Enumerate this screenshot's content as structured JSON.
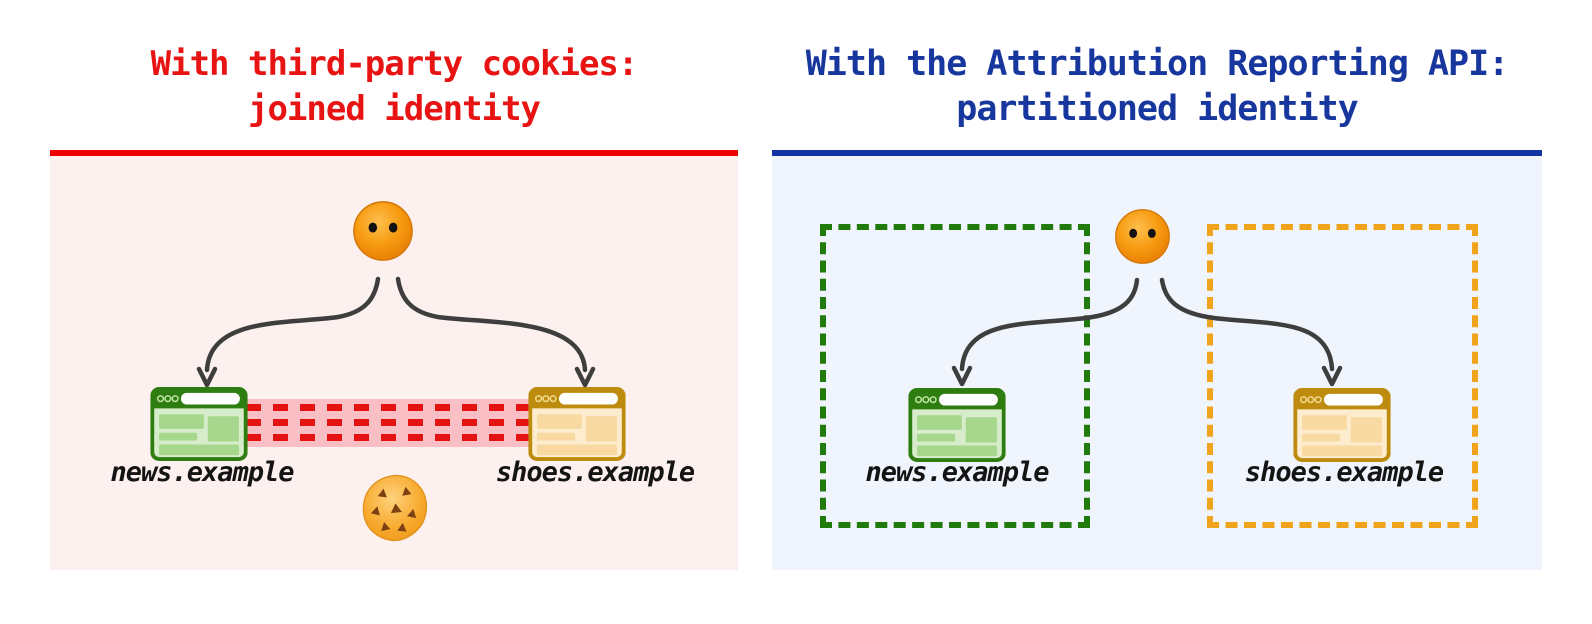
{
  "left_panel": {
    "title_line1": "With third-party cookies:",
    "title_line2": "joined identity",
    "accent_color": "#e81414",
    "rule_color": "#ee0202",
    "panel_bg": "#fdf1ef",
    "site_left": "news.example",
    "site_right": "shoes.example",
    "link_dash_color": "#e51212"
  },
  "right_panel": {
    "title_line1": "With the Attribution Reporting API:",
    "title_line2": "partitioned identity",
    "accent_color": "#17379e",
    "rule_color": "#1434a4",
    "panel_bg": "#f0f4fc",
    "site_left": "news.example",
    "site_right": "shoes.example",
    "partition_left_color": "#217a0c",
    "partition_right_color": "#f0a41c"
  },
  "site_colors": {
    "news_frame": "#2e7d11",
    "shoes_frame": "#bd8c0e"
  },
  "icons": {
    "user_face": "orange-face-two-eyes",
    "cookie": "chocolate-chip-cookie",
    "news_browser": "green-browser-window",
    "shoes_browser": "gold-browser-window",
    "arrow": "curved-dark-arrow"
  }
}
